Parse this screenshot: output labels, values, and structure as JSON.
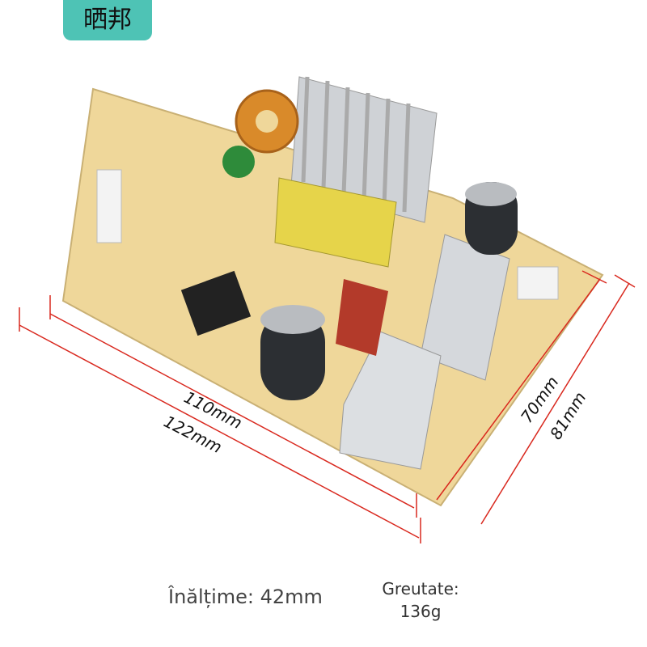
{
  "brand": {
    "label": "晒邦",
    "color": "#4ec3b5"
  },
  "dimensions": {
    "inner_length": "110mm",
    "outer_length": "122mm",
    "inner_width": "70mm",
    "outer_width": "81mm",
    "line_color": "#d9281e"
  },
  "specs": {
    "height": "Înălțime: 42mm",
    "weight_label": "Greutate:",
    "weight_value": "136g"
  }
}
